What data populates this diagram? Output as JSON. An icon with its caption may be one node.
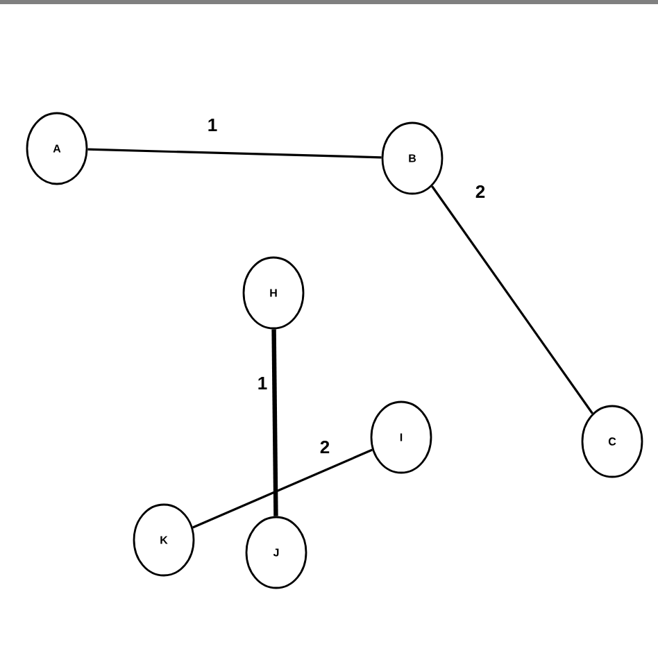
{
  "diagram": {
    "nodes": [
      {
        "text": [
          "A"
        ]
      },
      {
        "text": [
          "B"
        ]
      },
      {
        "text": [
          "C"
        ]
      },
      {
        "text": [
          "H"
        ]
      },
      {
        "text": [
          "I"
        ]
      },
      {
        "text": [
          "J"
        ]
      },
      {
        "text": [
          "K"
        ]
      }
    ],
    "edges": [
      {
        "from": 0,
        "to": 1,
        "arrow": "none",
        "label": "1"
      },
      {
        "from": 1,
        "to": 2,
        "arrow": "none",
        "label": "2"
      },
      {
        "from": 3,
        "to": 5,
        "arrow": "none",
        "label": "1",
        "style": "thick"
      },
      {
        "from": 6,
        "to": 4,
        "arrow": "none",
        "label": "2"
      }
    ]
  }
}
